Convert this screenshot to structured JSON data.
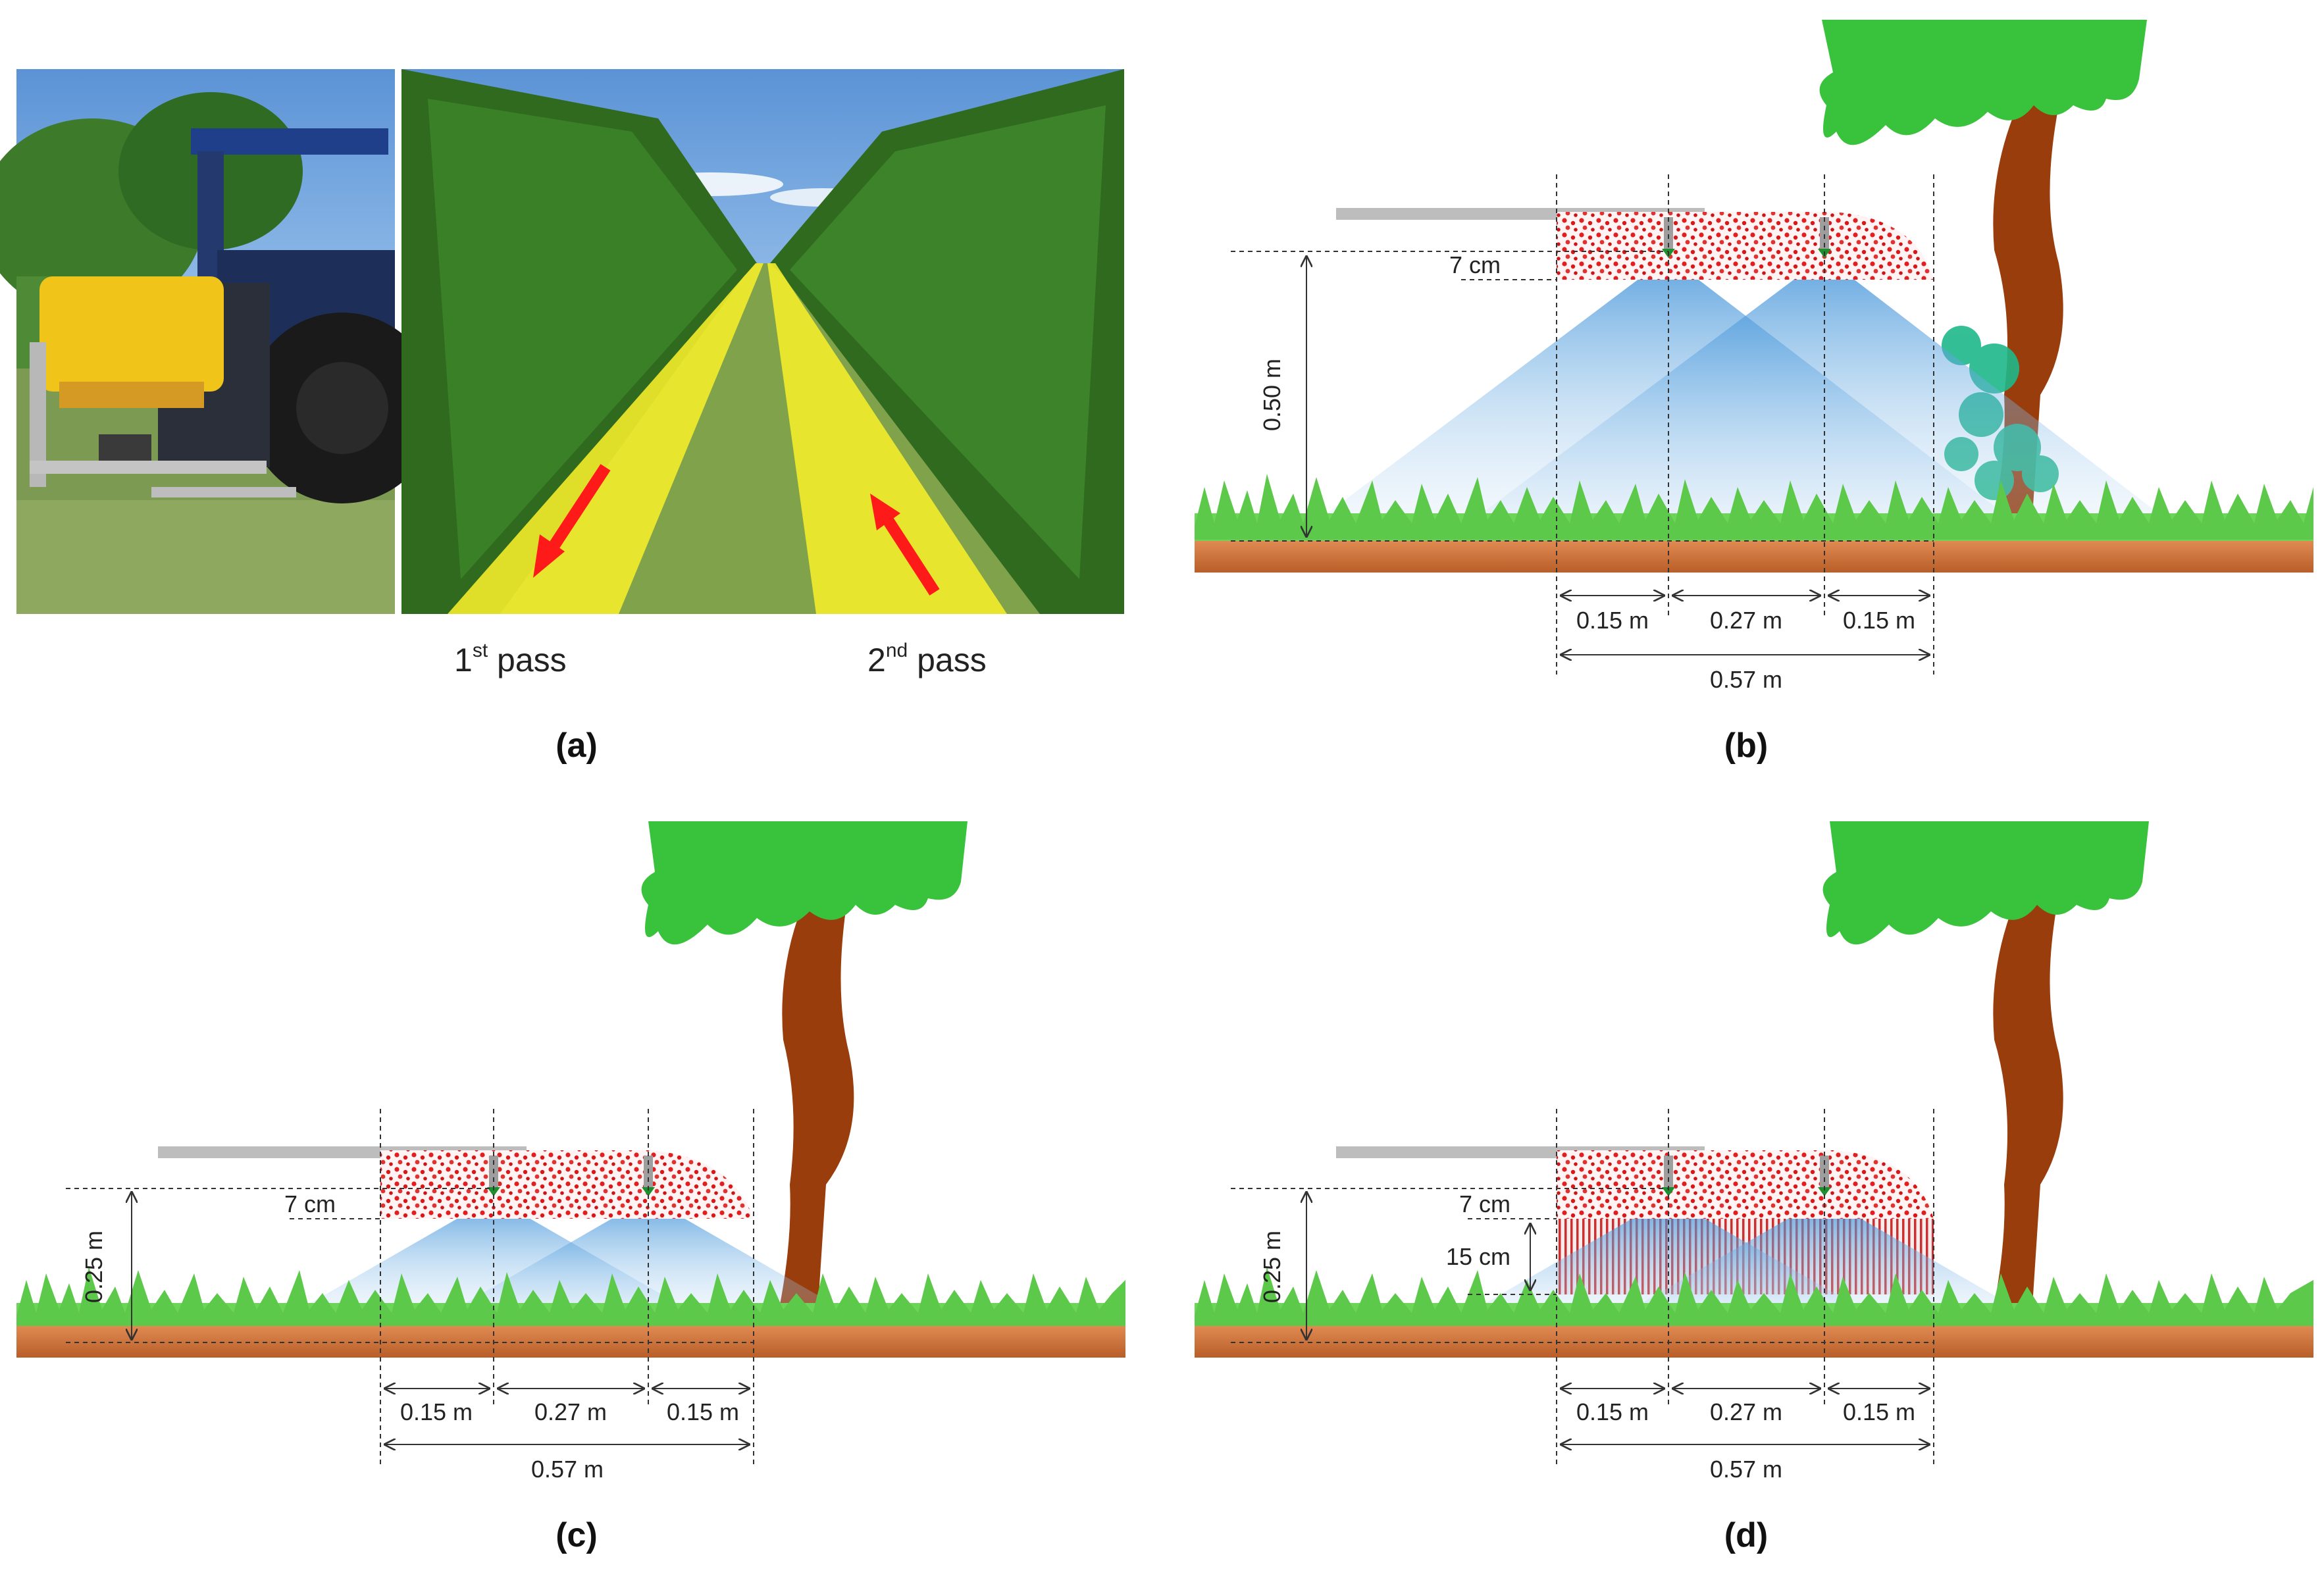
{
  "panel_a": {
    "pass1": {
      "base": "1",
      "sup": "st",
      "word": " pass"
    },
    "pass2": {
      "base": "2",
      "sup": "nd",
      "word": " pass"
    },
    "caption": "(a)"
  },
  "panel_b": {
    "caption": "(b)",
    "height_label": "0.50 m",
    "drop_label": "7 cm",
    "spacing_left": "0.15 m",
    "spacing_mid": "0.27 m",
    "spacing_right": "0.15 m",
    "total_width": "0.57 m"
  },
  "panel_c": {
    "caption": "(c)",
    "height_label": "0.25 m",
    "drop_label": "7 cm",
    "spacing_left": "0.15 m",
    "spacing_mid": "0.27 m",
    "spacing_right": "0.15 m",
    "total_width": "0.57 m"
  },
  "panel_d": {
    "caption": "(d)",
    "height_label": "0.25 m",
    "drop_label": "7 cm",
    "shield_label": "15 cm",
    "spacing_left": "0.15 m",
    "spacing_mid": "0.27 m",
    "spacing_right": "0.15 m",
    "total_width": "0.57 m"
  },
  "colors": {
    "soil": "#c8703a",
    "grass": "#5cc94a",
    "foliage": "#39c23b",
    "trunk": "#9a3d0c",
    "spray": "#3d8fd6",
    "boom": "#bdbdbd",
    "droplets": "#e02020",
    "arrow": "#ff1a1a",
    "band": "#f3ec2a"
  }
}
